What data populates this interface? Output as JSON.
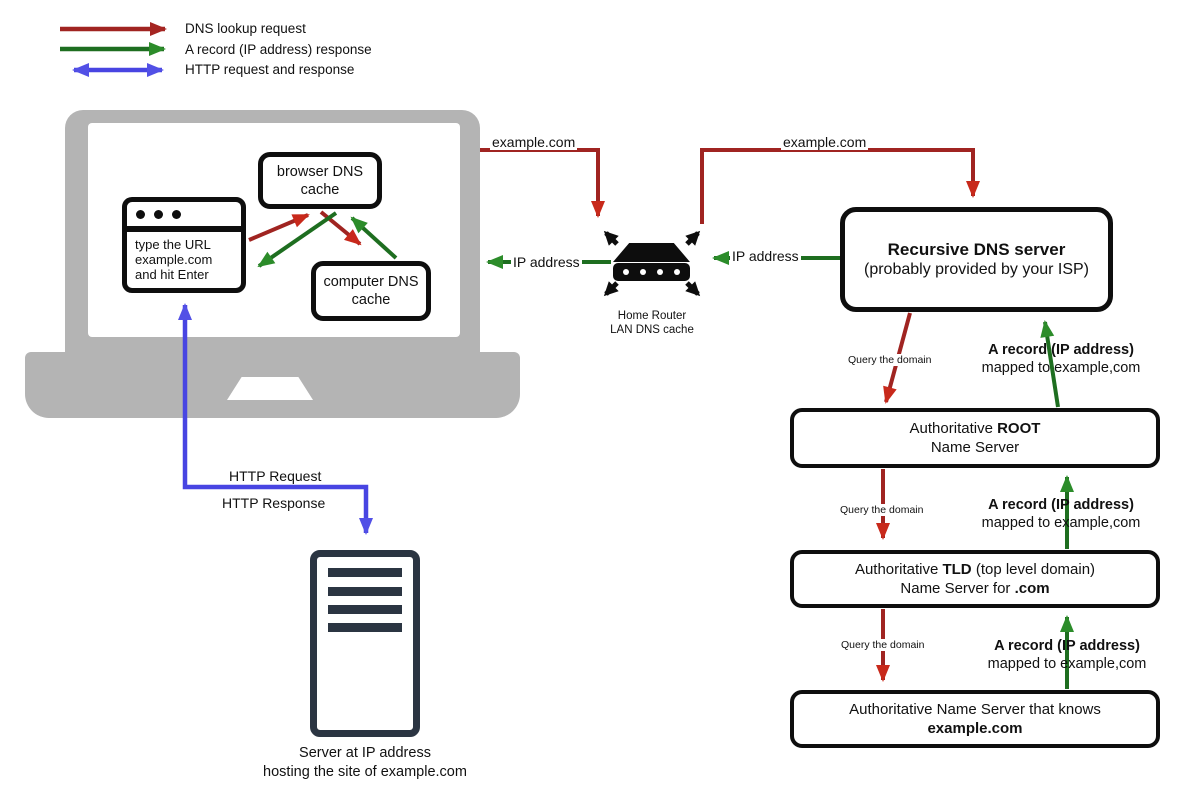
{
  "legend": {
    "items": [
      {
        "icon": "red-arrow-right-icon",
        "label": "DNS lookup request"
      },
      {
        "icon": "green-arrow-right-icon",
        "label": "A record (IP address) response"
      },
      {
        "icon": "blue-arrow-both-icon",
        "label": "HTTP request and response"
      }
    ]
  },
  "laptop": {
    "browser_window": {
      "lines": [
        "type the URL",
        "example.com",
        "and hit Enter"
      ]
    },
    "browser_dns_cache": {
      "line1": "browser DNS",
      "line2": "cache"
    },
    "computer_dns_cache": {
      "line1": "computer DNS",
      "line2": "cache"
    }
  },
  "router": {
    "label_line1": "Home Router",
    "label_line2": "LAN DNS cache"
  },
  "servers": {
    "recursive": {
      "title": "Recursive DNS server",
      "subtitle": "(probably provided by your ISP)"
    },
    "root": {
      "line1_prefix": "Authoritative ",
      "line1_bold": "ROOT",
      "line2": "Name Server"
    },
    "tld": {
      "line1_prefix": "Authoritative ",
      "line1_bold": "TLD",
      "line1_suffix": " (top level domain)",
      "line2_prefix": "Name Server for ",
      "line2_bold": ".com"
    },
    "authoritative": {
      "line1": "Authoritative Name Server that knows",
      "line2_bold": "example.com"
    },
    "web_server": {
      "caption_line1": "Server at IP address",
      "caption_line2": "hosting the site of example.com"
    }
  },
  "arrow_labels": {
    "example_com": "example.com",
    "ip_address": "IP address",
    "query_the_domain": "Query the domain",
    "a_record_bold": "A record (IP address)",
    "a_record_sub": "mapped to example,com",
    "http_request": "HTTP Request",
    "http_response": "HTTP Response"
  },
  "colors": {
    "dns_lookup_request": "#a02421",
    "a_record_response": "#1e6e20",
    "http_traffic": "#4845e2",
    "server_icon": "#2b3542",
    "laptop_body": "#b4b4b4"
  }
}
